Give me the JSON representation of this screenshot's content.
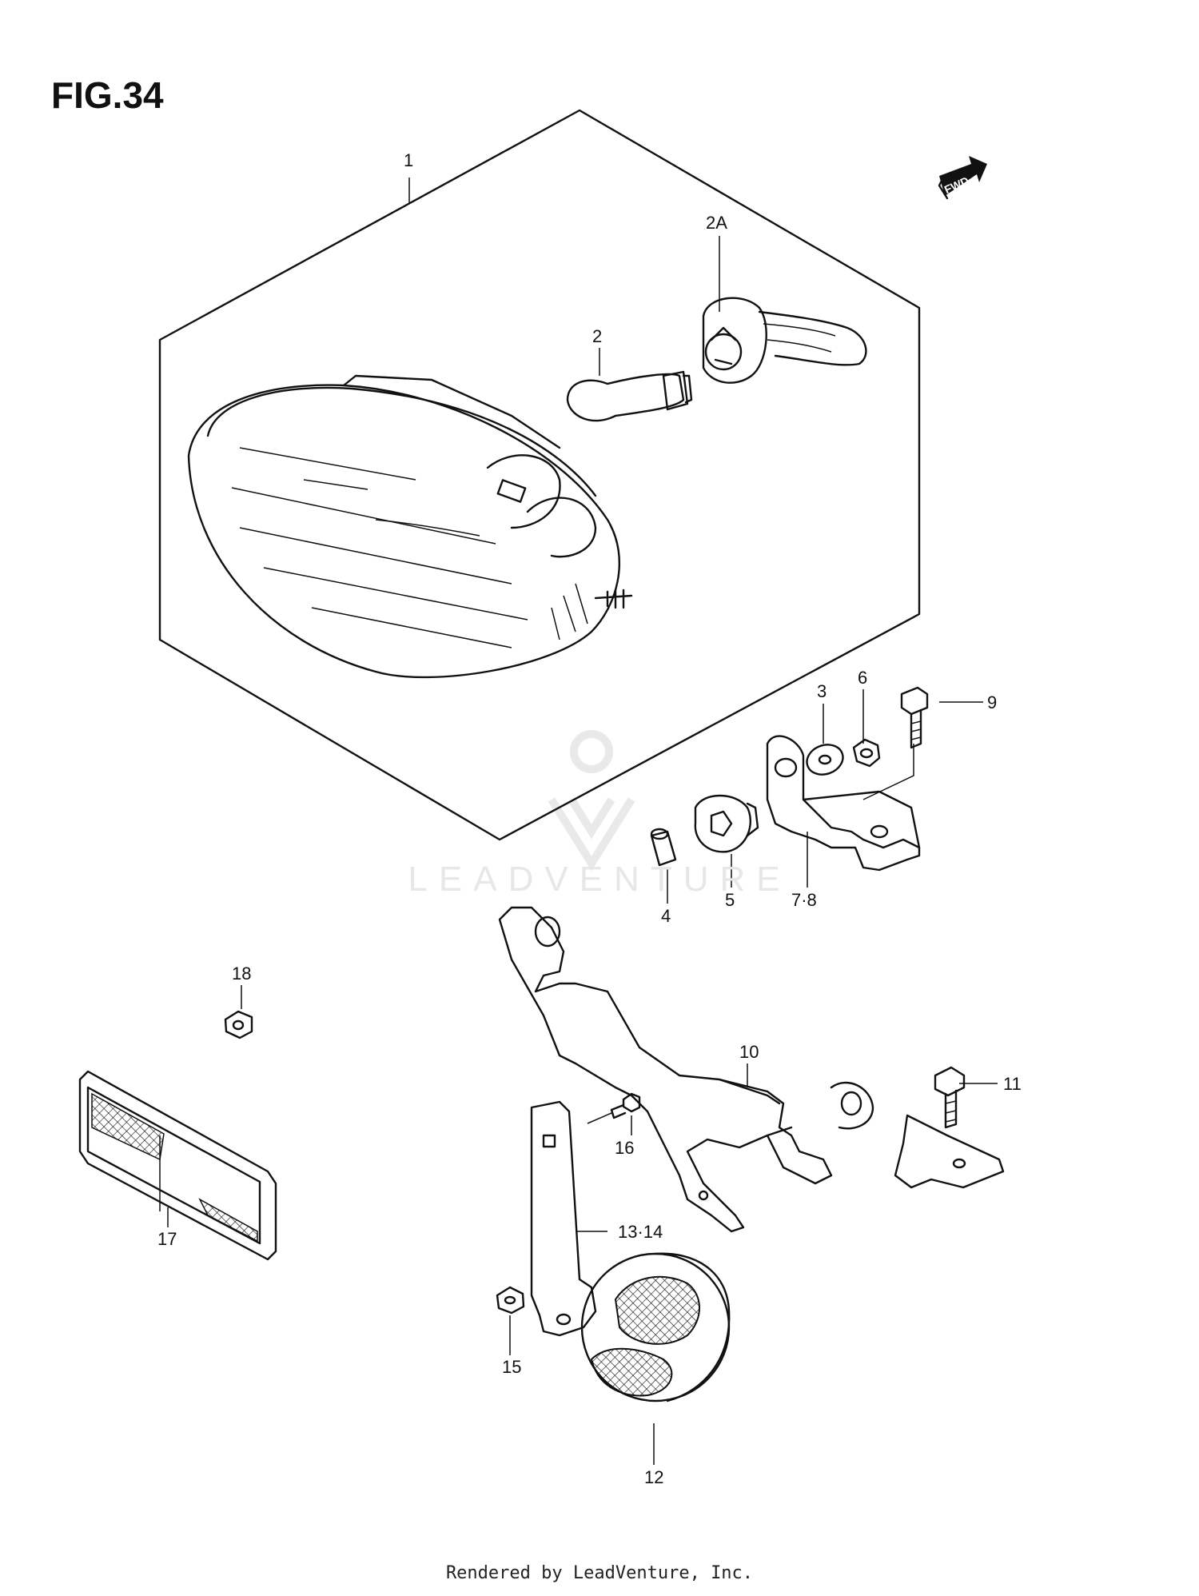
{
  "figure": {
    "title": "FIG.34"
  },
  "direction_badge": "FWD",
  "callouts": {
    "p1": "1",
    "p2": "2",
    "p2a": "2A",
    "p3": "3",
    "p4": "4",
    "p5": "5",
    "p6": "6",
    "p78": "7·8",
    "p9": "9",
    "p10": "10",
    "p11": "11",
    "p12": "12",
    "p1314": "13·14",
    "p15": "15",
    "p16": "16",
    "p17": "17",
    "p18": "18"
  },
  "watermark_text": "LEADVENTURE",
  "footer": "Rendered by LeadVenture, Inc."
}
